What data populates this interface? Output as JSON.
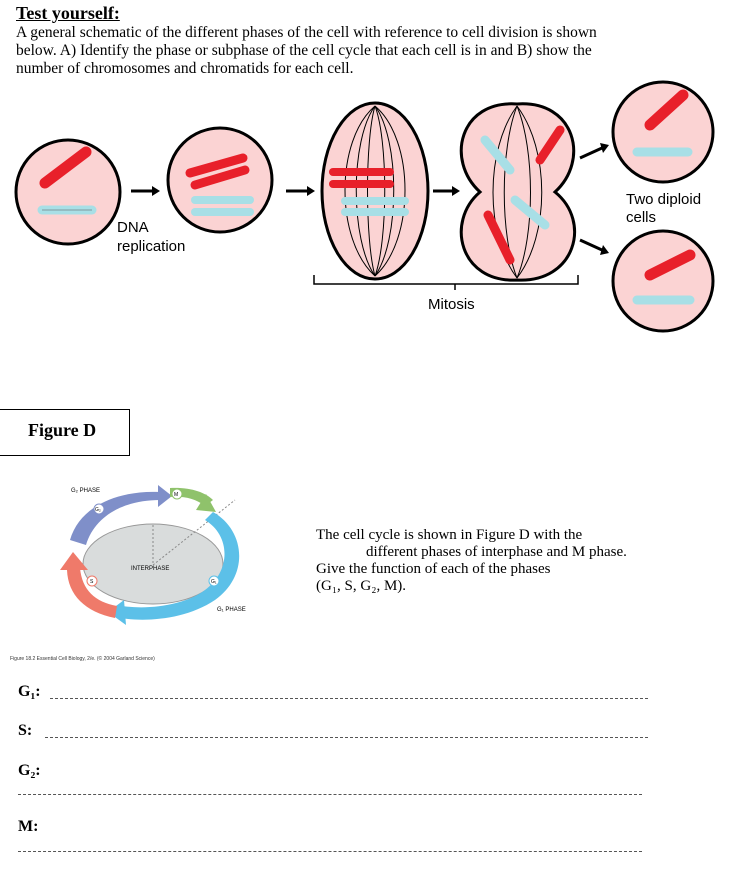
{
  "heading": "Test yourself:",
  "intro_lines": [
    "A general schematic of the different phases of the cell with reference to cell division is shown",
    "below. A) Identify the phase or subphase of the cell cycle that each cell is in and B) show the",
    "number of chromosomes and chromatids for each cell."
  ],
  "schematic": {
    "dna_line1": "DNA",
    "dna_line2": "replication",
    "mitosis": "Mitosis",
    "diploid_line1": "Two diploid",
    "diploid_line2": "cells",
    "colors": {
      "cell_fill": "#fbd3d3",
      "red": "#e8202a",
      "blue": "#a8dfe6"
    }
  },
  "figure_label": "Figure D",
  "cycle": {
    "g2_phase": "G₂ PHASE",
    "g2": "G₂",
    "m": "M",
    "interphase": "INTERPHASE",
    "s": "S",
    "g1": "G₁",
    "g1_phase": "G₁ PHASE",
    "caption": "Figure 18.2  Essential Cell Biology, 2/e. (© 2004 Garland Science)",
    "colors": {
      "g2": "#7f8fc9",
      "m": "#8fc26b",
      "s": "#ef7a6a",
      "g1": "#5cc0e8"
    }
  },
  "cycle_text_lines": [
    "The cell cycle is shown in Figure D with the",
    "different phases of interphase and M phase.",
    "Give the function of each of the phases",
    "(G₁, S, G₂, M)."
  ],
  "questions": [
    "G₁:",
    "S:",
    "G₂:",
    "M:"
  ]
}
